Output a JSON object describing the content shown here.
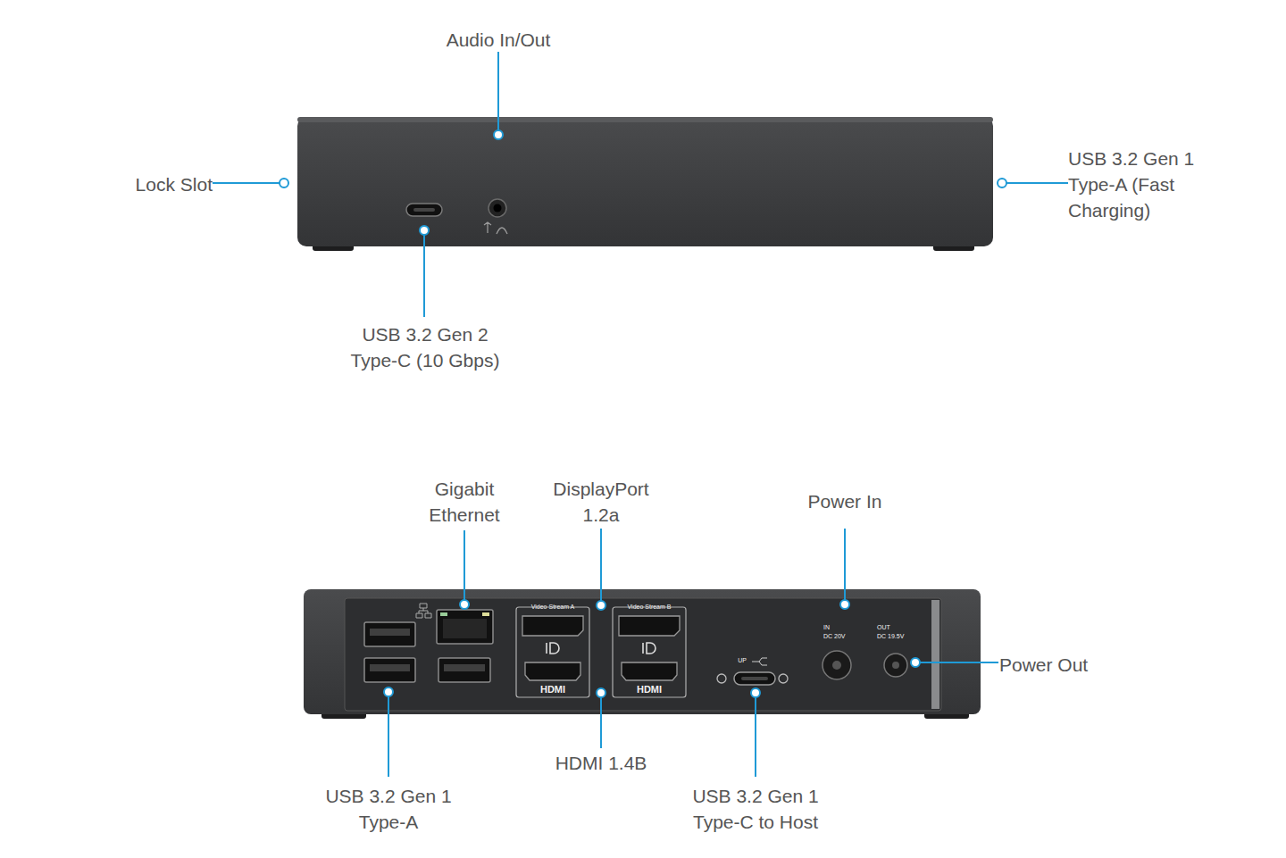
{
  "diagram": {
    "labels": [
      "Audio In/Out",
      "Lock Slot",
      "USB 3.2 Gen 1 Type-A (Fast Charging)",
      "USB 3.2 Gen 2 Type-C (10 Gbps)",
      "Gigabit Ethernet",
      "DisplayPort 1.2a",
      "Power In",
      "Video Stream A",
      "Video Stream B",
      "HDMI",
      "HDMI",
      "UP",
      "IN",
      "DC 20V",
      "OUT",
      "DC 19.5V",
      "Power Out",
      "HDMI 1.4B",
      "USB 3.2 Gen 1 Type-A",
      "USB 3.2 Gen 1 Type-C to Host"
    ]
  }
}
